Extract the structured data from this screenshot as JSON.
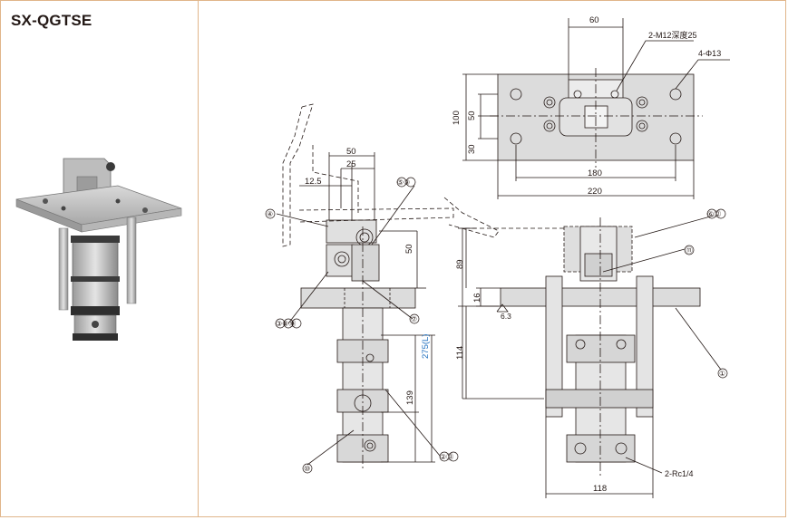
{
  "product": {
    "model": "SX-QGTSE"
  },
  "colors": {
    "border": "#e0b58a",
    "line": "#231815",
    "part_fill": "#d8d8d8",
    "dim_blue": "#1f6fbf"
  },
  "top_view": {
    "dim_top": "60",
    "note_thread": "2-M12深度25",
    "note_holes": "4-Φ13",
    "dim_h100": "100",
    "dim_h50": "50",
    "dim_h30": "30",
    "dim_w180": "180",
    "dim_w220": "220"
  },
  "side_view": {
    "dim_50": "50",
    "dim_25": "25",
    "dim_12_5": "12.5",
    "dim_v50": "50",
    "dim_275": "275(L)",
    "dim_139": "139",
    "label_4": "④",
    "label_5_9": "⑤⑨",
    "label_3_8_14": "③⑧⑭",
    "label_7": "⑦",
    "label_2_13": "②⑬",
    "label_10": "⑩"
  },
  "front_view": {
    "dim_89": "89",
    "dim_16": "16",
    "dim_114": "114",
    "dim_118": "118",
    "surface_finish": "6.3",
    "label_6_12": "⑥⑫",
    "label_11": "⑪",
    "label_1": "①",
    "note_port": "2-Rc1/4"
  }
}
